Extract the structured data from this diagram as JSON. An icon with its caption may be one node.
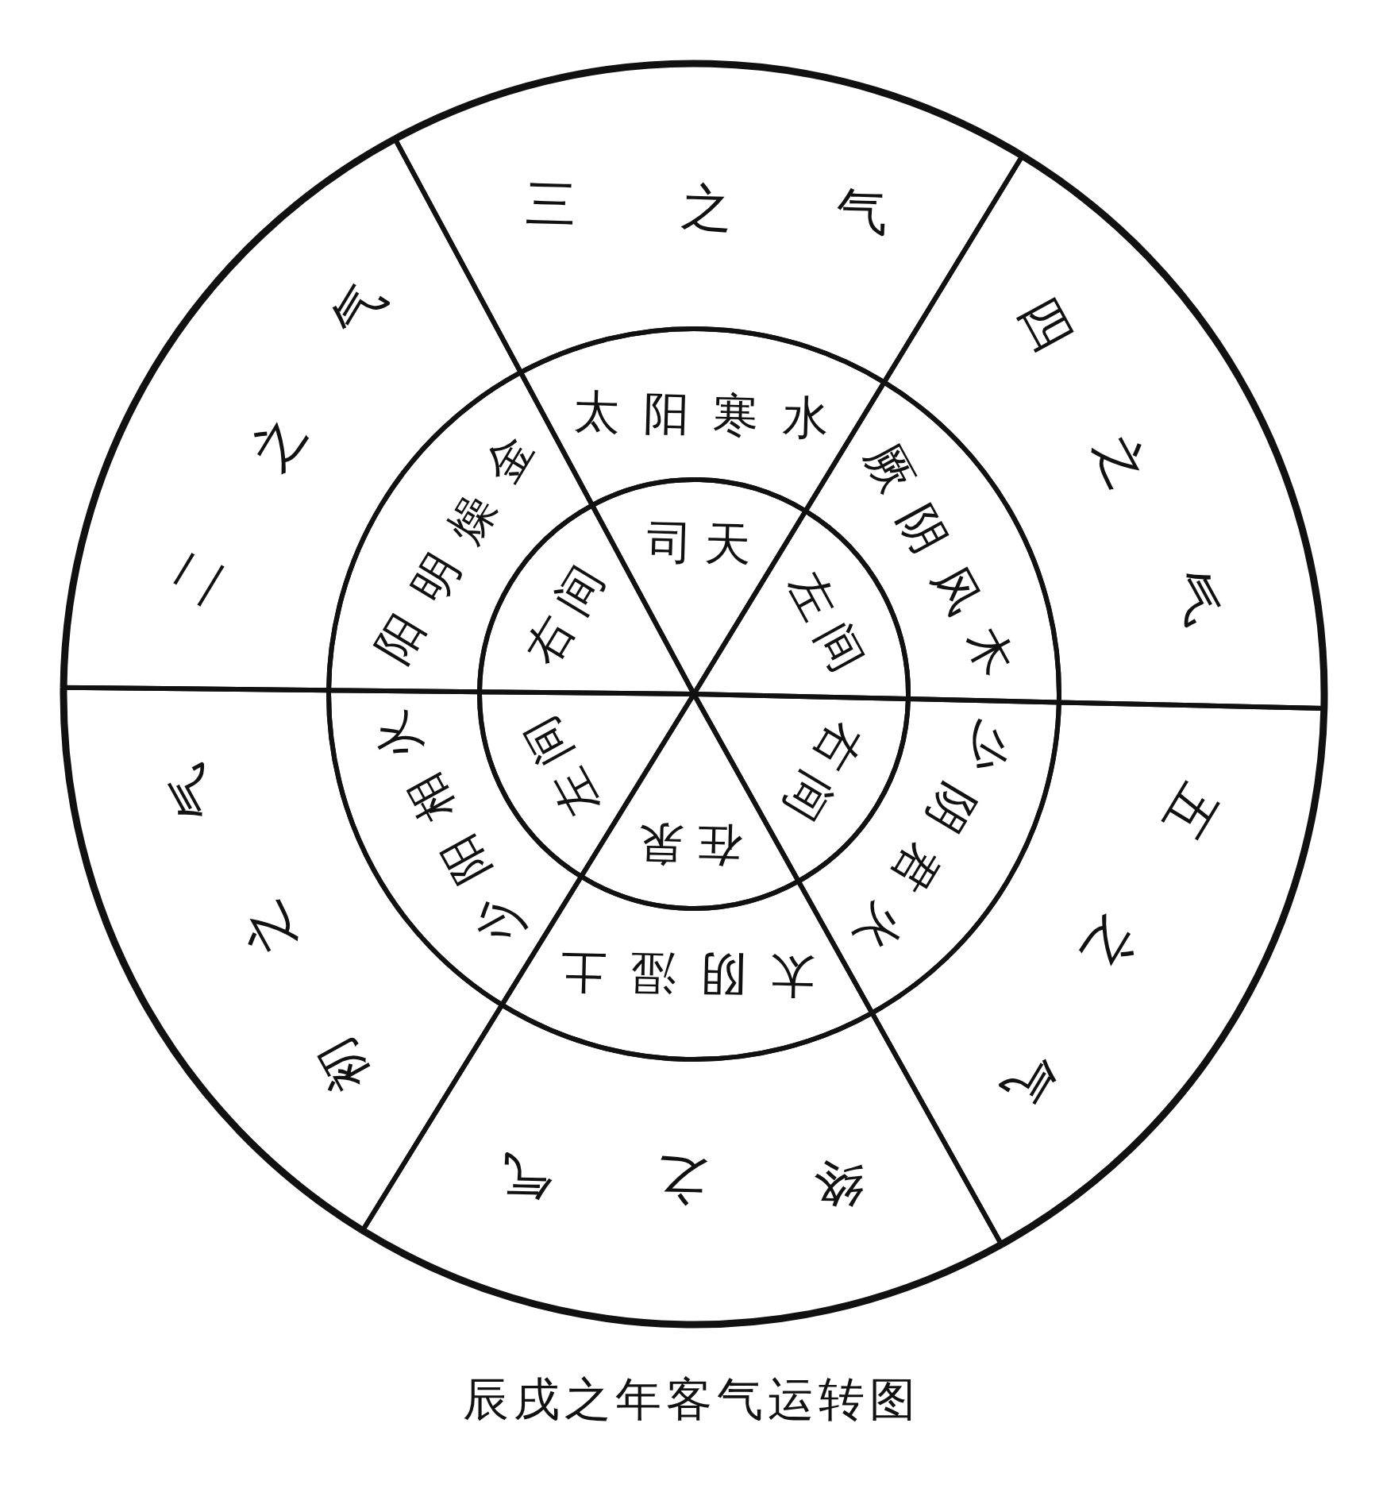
{
  "diagram": {
    "caption": "辰戌之年客气运转图",
    "nodes": [
      {
        "text": [
          "三之气"
        ]
      },
      {
        "text": [
          "四之气"
        ]
      },
      {
        "text": [
          "五之气"
        ]
      },
      {
        "text": [
          "终之气"
        ]
      },
      {
        "text": [
          "初之气"
        ]
      },
      {
        "text": [
          "二之气"
        ]
      },
      {
        "text": [
          "太阳寒水"
        ]
      },
      {
        "text": [
          "厥阴风木"
        ]
      },
      {
        "text": [
          "少阴君火"
        ]
      },
      {
        "text": [
          "太阴湿土"
        ]
      },
      {
        "text": [
          "少阳相火"
        ]
      },
      {
        "text": [
          "阳明燥金"
        ]
      },
      {
        "text": [
          "司天"
        ]
      },
      {
        "text": [
          "左间"
        ]
      },
      {
        "text": [
          "右间"
        ]
      },
      {
        "text": [
          "在泉"
        ]
      },
      {
        "text": [
          "左间"
        ]
      },
      {
        "text": [
          "右间"
        ]
      }
    ]
  }
}
